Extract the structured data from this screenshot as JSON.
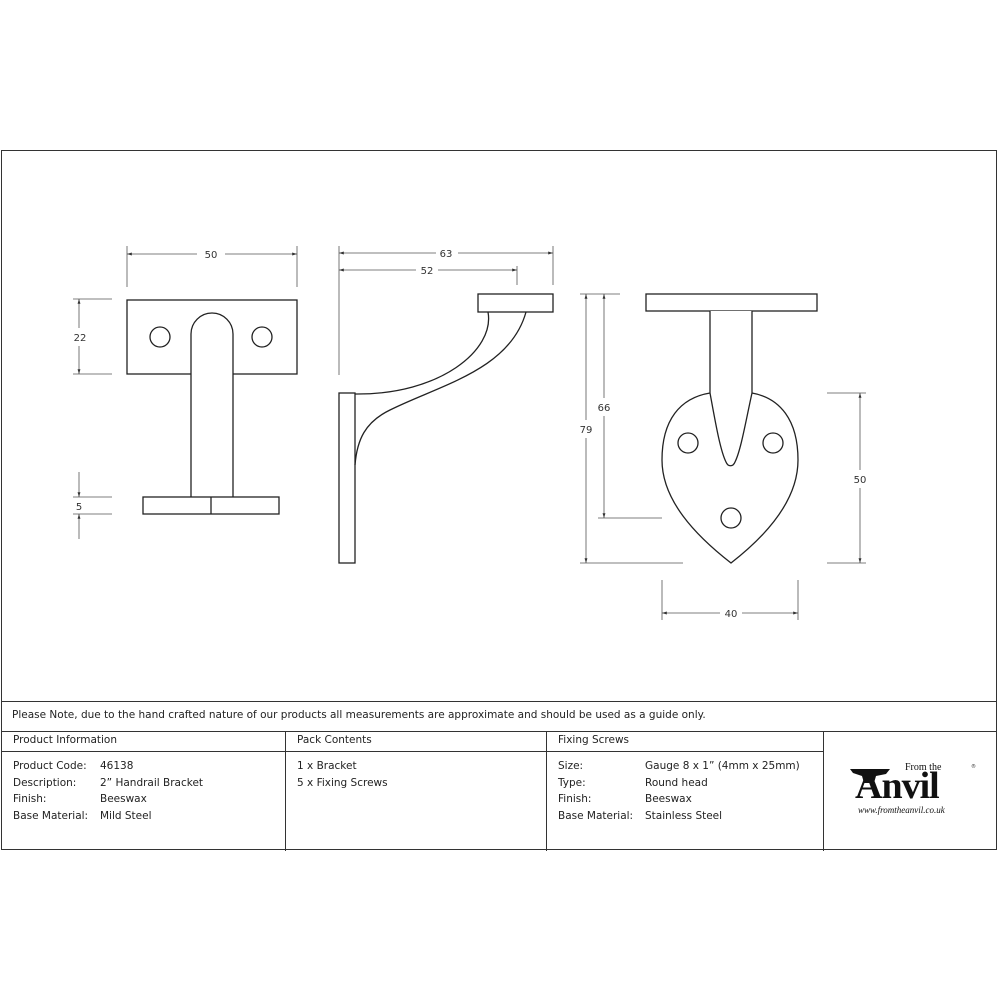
{
  "drawing": {
    "front_view": {
      "width_label": "50",
      "plate_height_label": "22",
      "base_thickness_label": "5"
    },
    "side_view": {
      "overall_projection_label": "63",
      "inner_projection_label": "52"
    },
    "end_view": {
      "overall_height_label": "79",
      "inner_height_label": "66",
      "plate_height_label": "50",
      "plate_width_label": "40"
    }
  },
  "note": "Please Note, due to the hand crafted nature of our products all measurements are approximate and should be used as a guide only.",
  "product_information": {
    "heading": "Product Information",
    "rows": [
      {
        "key": "Product Code:",
        "value": "46138"
      },
      {
        "key": "Description:",
        "value": "2” Handrail Bracket"
      },
      {
        "key": "Finish:",
        "value": "Beeswax"
      },
      {
        "key": "Base Material:",
        "value": "Mild Steel"
      }
    ]
  },
  "pack_contents": {
    "heading": "Pack Contents",
    "items": [
      "1 x Bracket",
      "5 x Fixing Screws"
    ]
  },
  "fixing_screws": {
    "heading": "Fixing Screws",
    "rows": [
      {
        "key": "Size:",
        "value": "Gauge 8 x 1” (4mm x 25mm)"
      },
      {
        "key": "Type:",
        "value": "Round head"
      },
      {
        "key": "Finish:",
        "value": "Beeswax"
      },
      {
        "key": "Base Material:",
        "value": "Stainless Steel"
      }
    ]
  },
  "logo": {
    "from_the": "From the",
    "brand": "Anvil",
    "url": "www.fromtheanvil.co.uk",
    "registered": "®"
  }
}
